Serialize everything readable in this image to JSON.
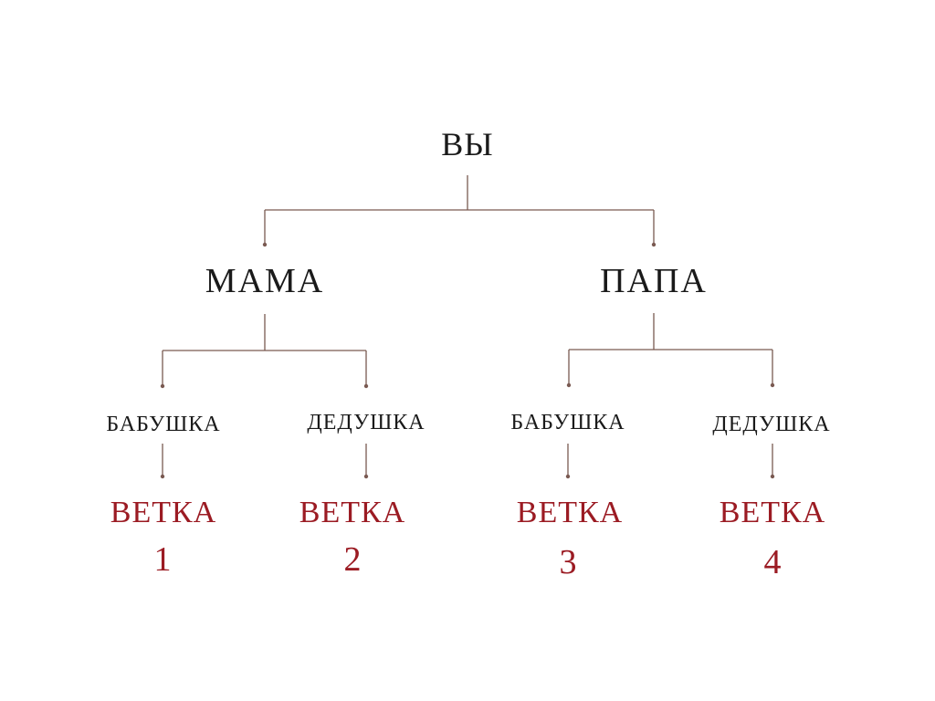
{
  "colors": {
    "text": "#1a1a1a",
    "branch": "#9b1b23",
    "connector": "#7a5a52"
  },
  "root": {
    "label": "ВЫ"
  },
  "parents": [
    {
      "label": "МАМА"
    },
    {
      "label": "ПАПА"
    }
  ],
  "grandparents": [
    {
      "label": "БАБУШКА"
    },
    {
      "label": "ДЕДУШКА"
    },
    {
      "label": "БАБУШКА"
    },
    {
      "label": "ДЕДУШКА"
    }
  ],
  "branches": [
    {
      "label": "ВЕТКА",
      "number": "1"
    },
    {
      "label": "ВЕТКА",
      "number": "2"
    },
    {
      "label": "ВЕТКА",
      "number": "3"
    },
    {
      "label": "ВЕТКА",
      "number": "4"
    }
  ]
}
